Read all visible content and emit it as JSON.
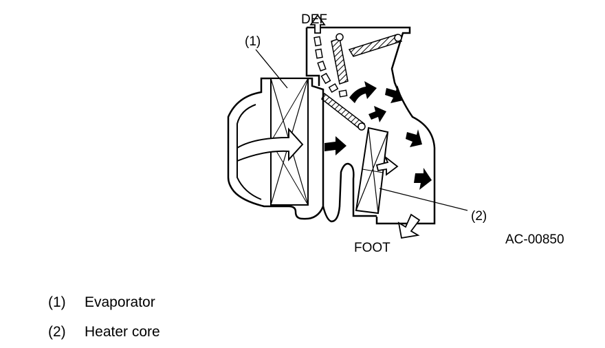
{
  "diagram": {
    "labels": {
      "def": "DEF",
      "foot": "FOOT",
      "callout_1": "(1)",
      "callout_2": "(2)",
      "figure_code": "AC-00850"
    }
  },
  "legend": {
    "items": [
      {
        "num": "(1)",
        "text": "Evaporator"
      },
      {
        "num": "(2)",
        "text": "Heater core"
      }
    ]
  }
}
